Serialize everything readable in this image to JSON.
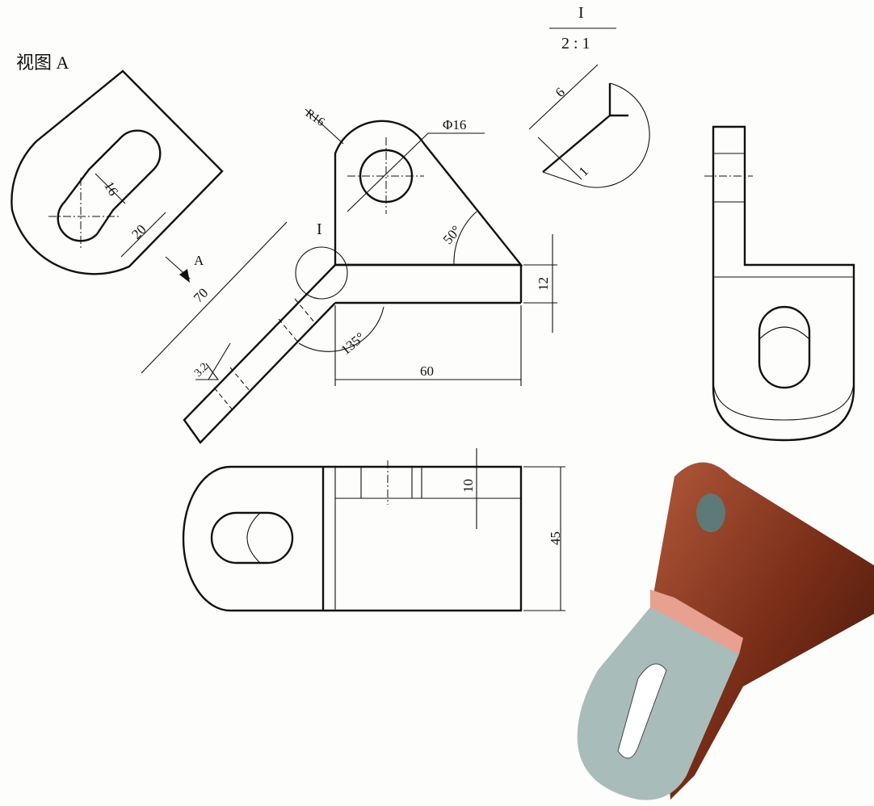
{
  "view_a_title": "视图 A",
  "view_arrow_label": "A",
  "detail": {
    "label": "I",
    "scale": "2 : 1",
    "dim_6": "6",
    "dim_1": "1"
  },
  "front_view": {
    "radius": "R16",
    "hole_diameter": "Φ16",
    "detail_marker": "I",
    "length": "70",
    "roughness": "3.2",
    "angle_top": "50°",
    "thickness": "12",
    "angle_bend": "135°",
    "width": "60"
  },
  "view_a": {
    "slot_width": "16",
    "slot_length": "20"
  },
  "top_view": {
    "depth": "10",
    "width": "45"
  },
  "colors": {
    "part_dark": "#7a2e18",
    "part_pink": "#e8a090",
    "part_face": "#a8bdb9"
  }
}
